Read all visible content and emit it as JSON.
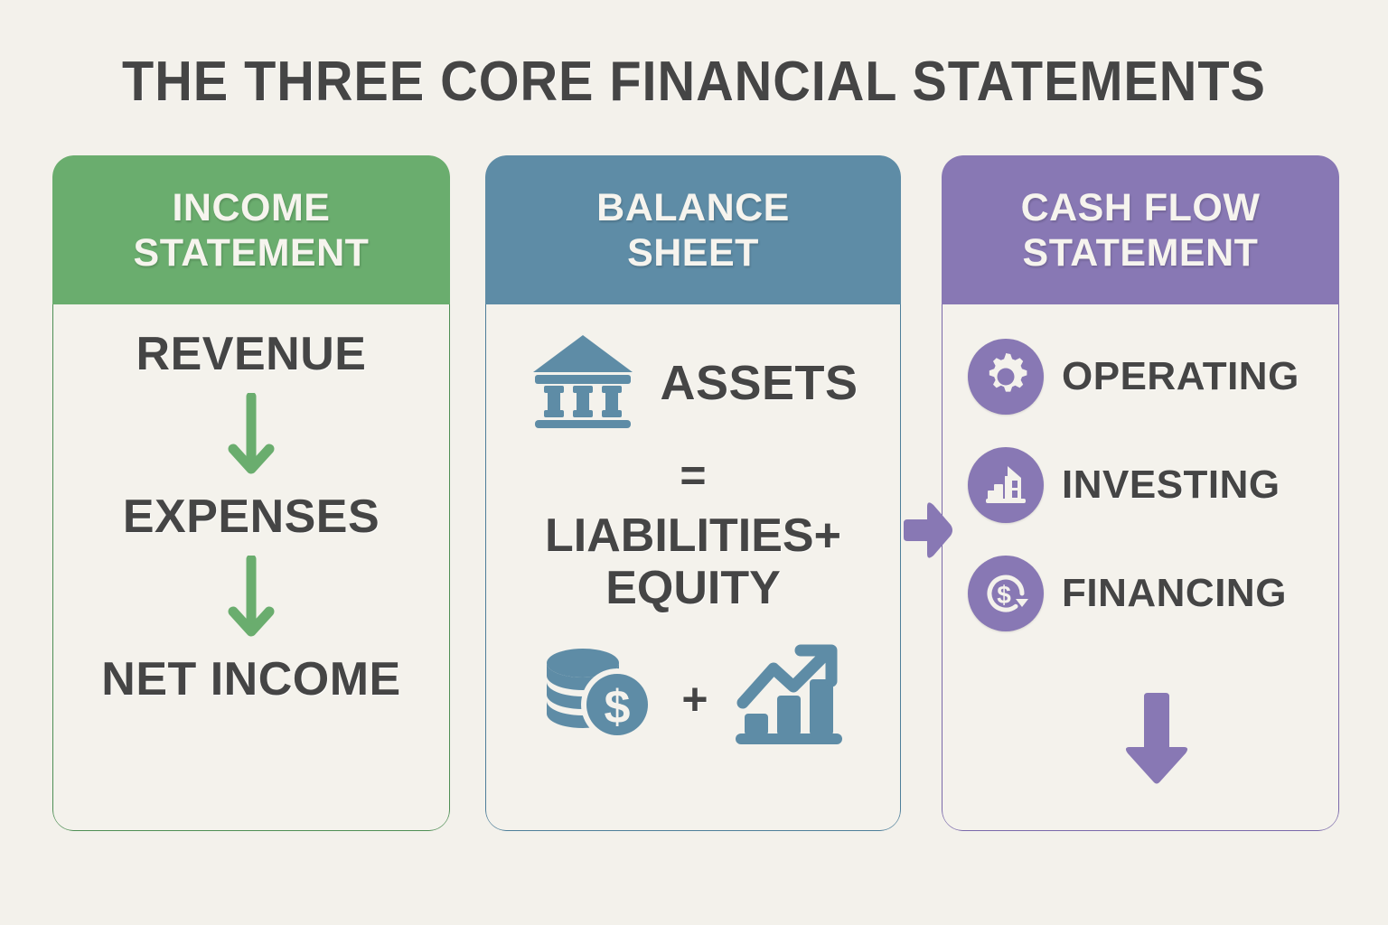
{
  "page": {
    "title": "THE THREE CORE FINANCIAL STATEMENTS",
    "background_color": "#f3f1eb",
    "text_color": "#454545"
  },
  "colors": {
    "green": "#6aad6e",
    "blue": "#5e8ca6",
    "purple": "#8878b4",
    "card_body": "#f4f2ec"
  },
  "cards": {
    "income": {
      "header": "INCOME STATEMENT",
      "header_line_1": "INCOME",
      "header_line_2": "STATEMENT",
      "accent_color": "#6aad6e",
      "steps": [
        {
          "label": "REVENUE"
        },
        {
          "label": "EXPENSES"
        },
        {
          "label": "NET INCOME"
        }
      ],
      "arrow_icon": "arrow-down-icon"
    },
    "balance": {
      "header": "BALANCE SHEET",
      "header_line_1": "BALANCE",
      "header_line_2": "SHEET",
      "accent_color": "#5e8ca6",
      "assets_label": "ASSETS",
      "equals_symbol": "=",
      "equation_line_1": "LIABILITIES+",
      "equation_line_2": "EQUITY",
      "plus_symbol": "+",
      "icons": {
        "bank": "bank-icon",
        "coins": "coin-stack-dollar-icon",
        "chart": "bar-chart-growth-icon"
      }
    },
    "cashflow": {
      "header": "CASH FLOW STATEMENT",
      "header_line_1": "CASH FLOW",
      "header_line_2": "STATEMENT",
      "accent_color": "#8878b4",
      "rows": [
        {
          "label": "OPERATING",
          "icon": "gear-icon"
        },
        {
          "label": "INVESTING",
          "icon": "factory-building-icon"
        },
        {
          "label": "FINANCING",
          "icon": "dollar-refresh-icon"
        }
      ],
      "down_arrow_icon": "arrow-down-thick-icon"
    }
  },
  "connector": {
    "icon": "arrow-right-thick-icon",
    "color": "#8878b4"
  }
}
